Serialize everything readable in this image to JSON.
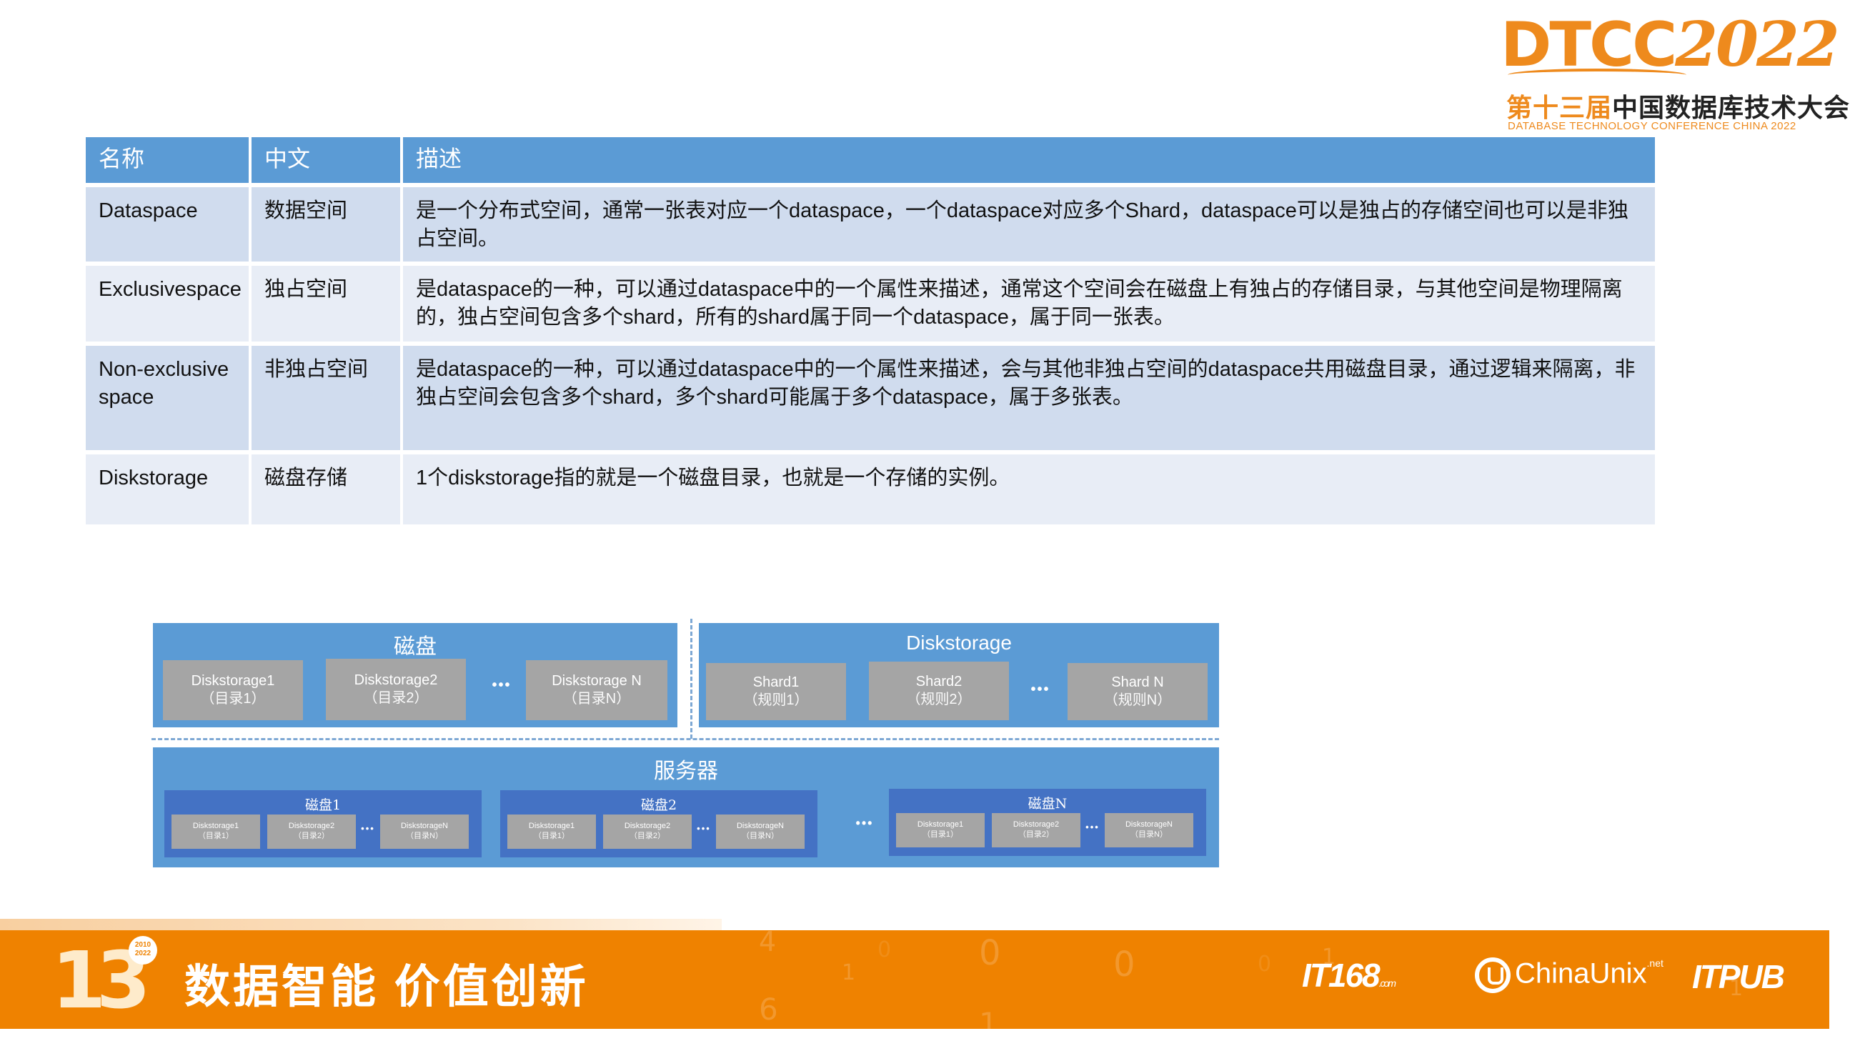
{
  "logo": {
    "brand": "DTCC",
    "year": "2022",
    "cn_prefix": "第十三届",
    "cn_main": "中国数据库技术大会",
    "en": "DATABASE  TECHNOLOGY  CONFERENCE CHINA 2022"
  },
  "table": {
    "headers": [
      "名称",
      "中文",
      "描述"
    ],
    "rows": [
      {
        "name": "Dataspace",
        "cn": "数据空间",
        "desc": "是一个分布式空间，通常一张表对应一个dataspace，一个dataspace对应多个Shard，dataspace可以是独占的存储空间也可以是非独占空间。"
      },
      {
        "name": "Exclusivespace",
        "cn": "独占空间",
        "desc": "是dataspace的一种，可以通过dataspace中的一个属性来描述，通常这个空间会在磁盘上有独占的存储目录，与其他空间是物理隔离的，独占空间包含多个shard，所有的shard属于同一个dataspace，属于同一张表。"
      },
      {
        "name": "Non-exclusivespace",
        "cn": "非独占空间",
        "desc": "是dataspace的一种，可以通过dataspace中的一个属性来描述，会与其他非独占空间的dataspace共用磁盘目录，通过逻辑来隔离，非独占空间会包含多个shard，多个shard可能属于多个dataspace，属于多张表。"
      },
      {
        "name": "Diskstorage",
        "cn": "磁盘存储",
        "desc": "1个diskstorage指的就是一个磁盘目录，也就是一个存储的实例。"
      }
    ]
  },
  "diagram": {
    "disk_panel": {
      "title": "磁盘",
      "boxes": [
        {
          "l1": "Diskstorage1",
          "l2": "（目录1）"
        },
        {
          "l1": "Diskstorage2",
          "l2": "（目录2）"
        },
        {
          "l1": "Diskstorage N",
          "l2": "（目录N）"
        }
      ],
      "ellipsis": "•••"
    },
    "diskstorage_panel": {
      "title": "Diskstorage",
      "boxes": [
        {
          "l1": "Shard1",
          "l2": "（规则1）"
        },
        {
          "l1": "Shard2",
          "l2": "（规则2）"
        },
        {
          "l1": "Shard N",
          "l2": "（规则N）"
        }
      ],
      "ellipsis": "•••"
    },
    "server_panel": {
      "title": "服务器",
      "ellipsis": "•••",
      "disks": [
        {
          "title": "磁盘1",
          "boxes": [
            {
              "l1": "Diskstorage1",
              "l2": "（目录1）"
            },
            {
              "l1": "Diskstorage2",
              "l2": "（目录2）"
            },
            {
              "l1": "DiskstorageN",
              "l2": "（目录N）"
            }
          ],
          "ellipsis": "•••"
        },
        {
          "title": "磁盘2",
          "boxes": [
            {
              "l1": "Diskstorage1",
              "l2": "（目录1）"
            },
            {
              "l1": "Diskstorage2",
              "l2": "（目录2）"
            },
            {
              "l1": "DiskstorageN",
              "l2": "（目录N）"
            }
          ],
          "ellipsis": "•••"
        },
        {
          "title": "磁盘N",
          "boxes": [
            {
              "l1": "Diskstorage1",
              "l2": "（目录1）"
            },
            {
              "l1": "Diskstorage2",
              "l2": "（目录2）"
            },
            {
              "l1": "DiskstorageN",
              "l2": "（目录N）"
            }
          ],
          "ellipsis": "•••"
        }
      ]
    }
  },
  "footer": {
    "badge_number": "13",
    "badge_years_top": "2010",
    "badge_years_bottom": "2022",
    "slogan": "数据智能  价值创新",
    "partners": [
      "IT168",
      ".com",
      "ChinaUnix",
      ".net",
      "ITPUB"
    ],
    "bg_digits": [
      "4",
      "1",
      "0",
      "0",
      "6",
      "1",
      "0",
      "1",
      "1",
      "0"
    ]
  },
  "colors": {
    "header_blue": "#5b9bd5",
    "row_odd": "#d0dcee",
    "row_even": "#e8edf6",
    "panel_blue": "#5b9bd5",
    "disk_blue": "#4472c4",
    "box_gray": "#a5a5a5",
    "brand_orange": "#ef8200"
  }
}
